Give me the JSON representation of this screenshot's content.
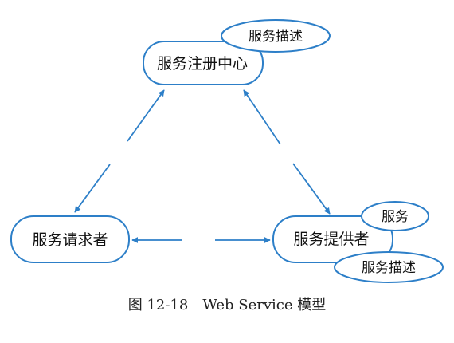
{
  "diagram": {
    "nodes": {
      "registry": "服务注册中心",
      "requester": "服务请求者",
      "provider": "服务提供者"
    },
    "tags": {
      "registry_desc": "服务描述",
      "provider_service": "服务",
      "provider_desc": "服务描述"
    },
    "colors": {
      "line": "#2d7fc8",
      "node_fill": "#ffffff",
      "ink": "#111111"
    }
  },
  "caption": {
    "figure_number": "图 12-18",
    "title": "Web Service 模型"
  }
}
